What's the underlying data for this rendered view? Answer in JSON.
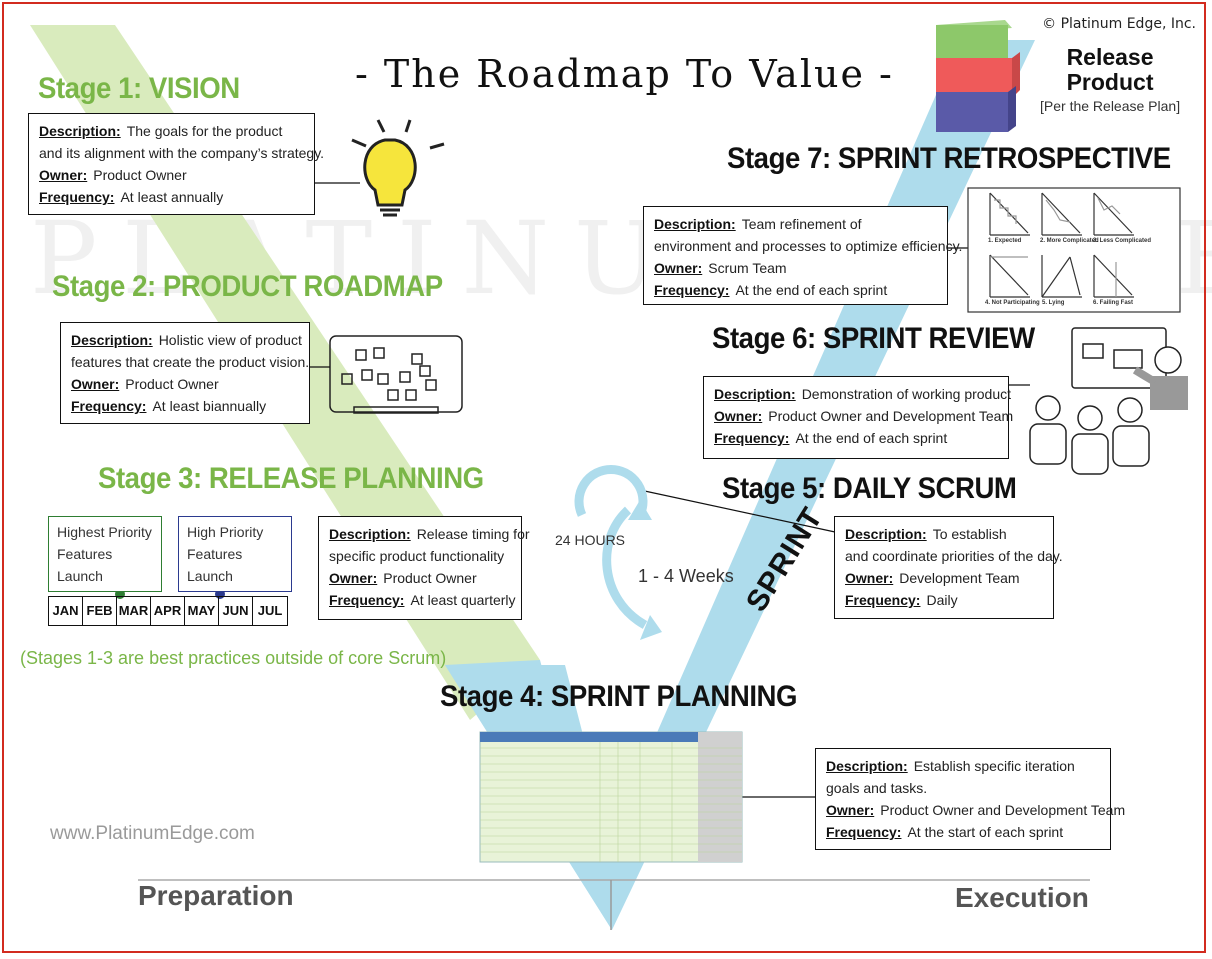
{
  "header": {
    "title": "- The Roadmap To Value -",
    "copyright": "© Platinum Edge, Inc."
  },
  "watermark": "PLATINUM EDGE",
  "release": {
    "line1": "Release",
    "line2": "Product",
    "note": "[Per the Release Plan]"
  },
  "labels": {
    "description": "Description:",
    "owner": "Owner:",
    "frequency": "Frequency:"
  },
  "stages": {
    "s1": {
      "title": "Stage 1: VISION",
      "desc1": "The goals for the product",
      "desc2": "and its alignment with the company’s strategy.",
      "owner": "Product Owner",
      "frequency": "At least annually"
    },
    "s2": {
      "title": "Stage 2: PRODUCT ROADMAP",
      "desc1": "Holistic view of product",
      "desc2": "features that create the product vision.",
      "owner": "Product Owner",
      "frequency": "At least biannually"
    },
    "s3": {
      "title": "Stage 3: RELEASE PLANNING",
      "desc1": "Release timing for",
      "desc2": "specific product functionality",
      "owner": "Product Owner",
      "frequency": "At least quarterly",
      "launch1_l1": "Highest Priority",
      "launch1_l2": "Features  Launch",
      "launch2_l1": "High Priority",
      "launch2_l2": "Features  Launch",
      "months": [
        "JAN",
        "FEB",
        "MAR",
        "APR",
        "MAY",
        "JUN",
        "JUL"
      ]
    },
    "s4": {
      "title": "Stage 4: SPRINT PLANNING",
      "desc1": "Establish specific iteration",
      "desc2": "goals and tasks.",
      "owner": "Product Owner and Development Team",
      "frequency": "At the start of each sprint"
    },
    "s5": {
      "title": "Stage 5: DAILY SCRUM",
      "desc1": "To establish",
      "desc2": "and coordinate priorities of the day.",
      "owner": "Development Team",
      "frequency": "Daily"
    },
    "s6": {
      "title": "Stage 6:  SPRINT REVIEW",
      "desc1": "Demonstration of working product",
      "owner": "Product Owner and Development Team",
      "frequency": "At the end of each sprint"
    },
    "s7": {
      "title": "Stage 7:  SPRINT RETROSPECTIVE",
      "desc1": "Team refinement of",
      "desc2": "environment and processes to optimize efficiency.",
      "owner": "Scrum Team",
      "frequency": "At the end of each sprint",
      "charts": [
        "1. Expected",
        "2. More Complicated",
        "3. Less Complicated",
        "4. Not Participating",
        "5. Lying",
        "6. Failing Fast"
      ]
    }
  },
  "cycle": {
    "hours": "24 HOURS",
    "weeks": "1 - 4 Weeks",
    "sprint": "SPRINT"
  },
  "note": "(Stages 1-3 are best practices outside of core Scrum)",
  "website": "www.PlatinumEdge.com",
  "footer": {
    "left": "Preparation",
    "right": "Execution"
  },
  "colors": {
    "green": "#7ab648",
    "light_green": "#d9ebbd",
    "light_blue": "#aedcec",
    "cube_green": "#8dc86a",
    "cube_red": "#ef5a5a",
    "cube_blue": "#5a5aa8",
    "frame_red": "#d22b1f"
  }
}
